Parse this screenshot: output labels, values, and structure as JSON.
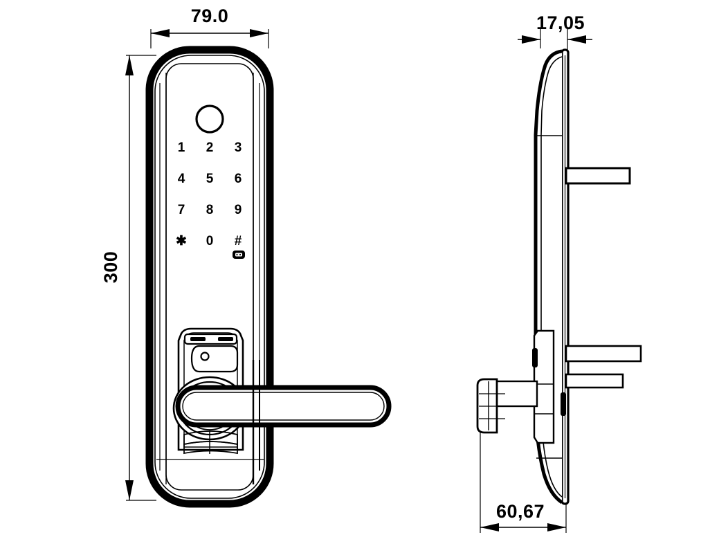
{
  "drawing": {
    "type": "technical-dimension-drawing",
    "subject": "smart-door-lock",
    "units": "mm",
    "background_color": "#ffffff",
    "line_color": "#000000",
    "views": [
      {
        "id": "front-view",
        "label": "front-view"
      },
      {
        "id": "side-view",
        "label": "side-view"
      }
    ]
  },
  "dimensions": {
    "width": {
      "value": "79.0",
      "orientation": "horizontal",
      "view": "front-view"
    },
    "height": {
      "value": "300",
      "orientation": "vertical",
      "view": "front-view"
    },
    "thickness": {
      "value": "17,05",
      "orientation": "horizontal",
      "view": "side-view"
    },
    "depth": {
      "value": "60,67",
      "orientation": "horizontal",
      "view": "side-view"
    }
  },
  "keypad": {
    "rows": [
      [
        "1",
        "2",
        "3"
      ],
      [
        "4",
        "5",
        "6"
      ],
      [
        "7",
        "8",
        "9"
      ],
      [
        "✱",
        "0",
        "#"
      ]
    ],
    "keys_flat": [
      "1",
      "2",
      "3",
      "4",
      "5",
      "6",
      "7",
      "8",
      "9",
      "✱",
      "0",
      "#"
    ],
    "star_key": "✱",
    "hash_key": "#",
    "zero_key": "0",
    "backspace_icon": "backspace-icon",
    "sensor_icon": "fingerprint-sensor-circle"
  },
  "front_view_parts": {
    "faceplate": "faceplate-outline",
    "fingerprint_sensor": "fingerprint-sensor",
    "keypad_panel": "keypad-panel",
    "cylinder_escutcheon": "cylinder-escutcheon",
    "lever_handle": "lever-handle",
    "card_reader": "card-reader-slot"
  },
  "side_view_parts": {
    "profile": "side-profile-outline",
    "upper_spindle": "upper-spindle-bar",
    "lower_spindle": "lower-spindle-bar",
    "latch_bar": "latch-bar",
    "thumb_turn": "thumb-turn-knob",
    "button_upper": "side-button-upper",
    "button_lower": "side-button-lower"
  }
}
